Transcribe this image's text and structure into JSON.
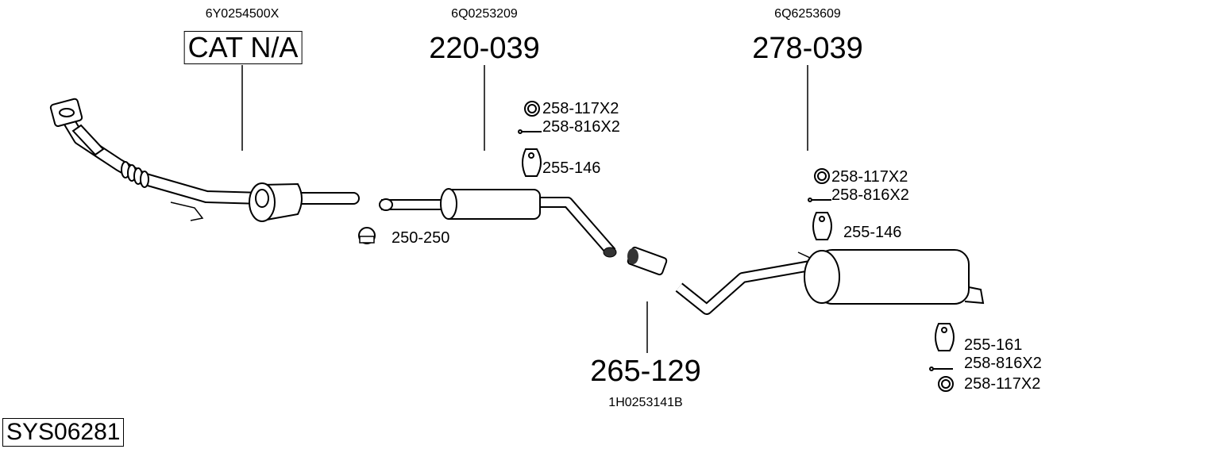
{
  "system_code": "SYS06281",
  "parts": [
    {
      "oe": "6Y0254500X",
      "number": "CAT N/A"
    },
    {
      "oe": "6Q0253209",
      "number": "220-039"
    },
    {
      "oe": "6Q6253609",
      "number": "278-039"
    },
    {
      "oe": "1H0253141B",
      "number": "265-129"
    }
  ],
  "fittings_front": [
    "258-117X2",
    "258-816X2",
    "255-146"
  ],
  "clamp": "250-250",
  "fittings_mid": [
    "258-117X2",
    "258-816X2",
    "255-146"
  ],
  "fittings_rear": [
    "255-161",
    "258-816X2",
    "258-117X2"
  ]
}
